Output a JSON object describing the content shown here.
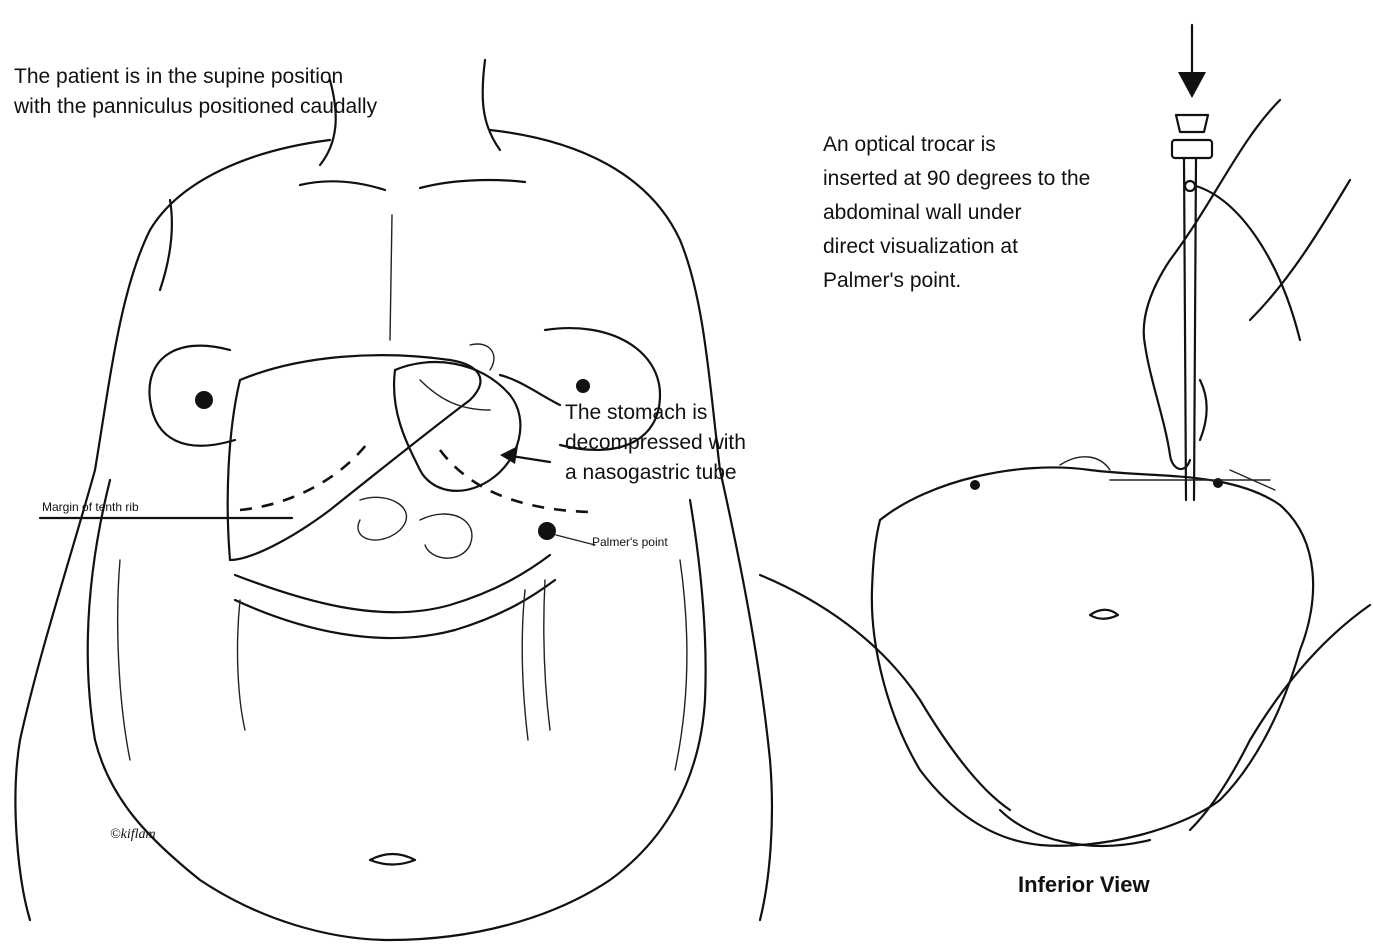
{
  "front_view": {
    "position_caption": "The patient is in the supine position\nwith the panniculus positioned caudally",
    "stomach_caption": "The stomach is\ndecompressed with\na nasogastric tube",
    "rib_label": "Margin of tenth rib",
    "palmer_label": "Palmer's point"
  },
  "inferior_view": {
    "trocar_caption": "An optical trocar is\ninserted at 90 degrees to the\nabdominal wall under\ndirect visualization at\nPalmer's point.",
    "title": "Inferior View"
  },
  "artist_signature": "©kiflam"
}
